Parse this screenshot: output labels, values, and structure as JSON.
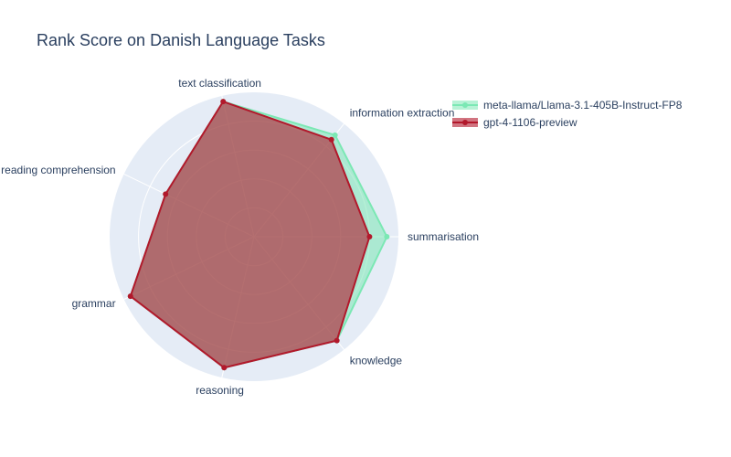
{
  "chart_data": {
    "type": "radar",
    "title": "Rank Score on Danish Language Tasks",
    "axes": [
      "summarisation",
      "knowledge",
      "reasoning",
      "grammar",
      "reading comprehension",
      "text classification",
      "information extraction"
    ],
    "radial_range": [
      0,
      1
    ],
    "series": [
      {
        "name": "meta-llama/Llama-3.1-405B-Instruct-FP8",
        "values": [
          0.92,
          0.92,
          0.93,
          0.95,
          0.68,
          0.96,
          0.9
        ],
        "color": "#7be8b4",
        "fill_opacity": 0.55
      },
      {
        "name": "gpt-4-1106-preview",
        "values": [
          0.8,
          0.92,
          0.93,
          0.95,
          0.68,
          0.96,
          0.86
        ],
        "color": "#b2182b",
        "fill_opacity": 0.6
      }
    ],
    "legend_position": "top-right",
    "polar_background": "#e5ecf6",
    "grid": true
  }
}
